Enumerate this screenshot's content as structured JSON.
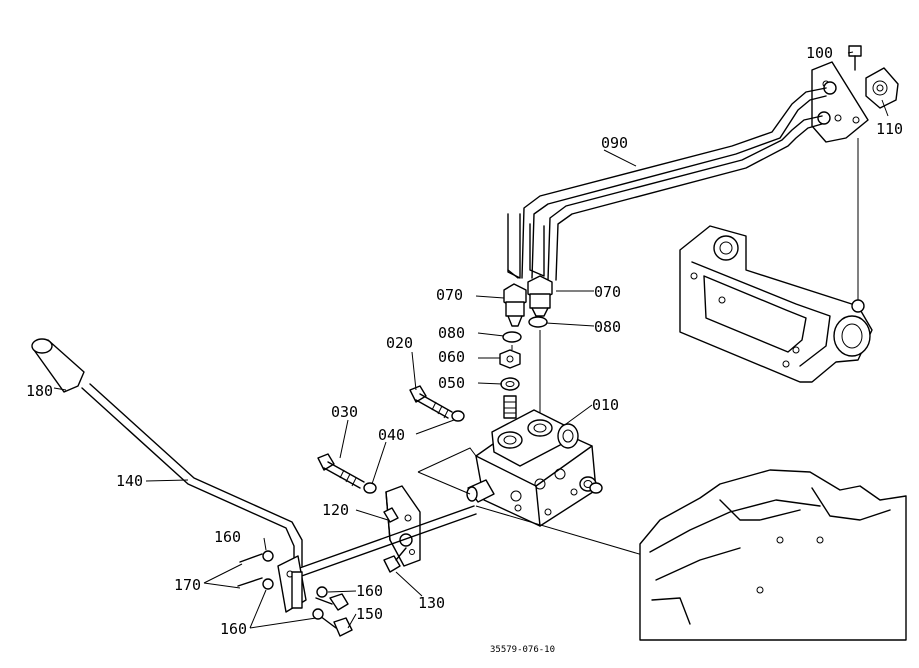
{
  "diagram": {
    "drawing_number": "35579-076-10",
    "callouts": {
      "c010": "010",
      "c020": "020",
      "c030": "030",
      "c040": "040",
      "c050": "050",
      "c060": "060",
      "c070a": "070",
      "c070b": "070",
      "c080a": "080",
      "c080b": "080",
      "c090": "090",
      "c100": "100",
      "c110": "110",
      "c120": "120",
      "c130": "130",
      "c140": "140",
      "c150": "150",
      "c160a": "160",
      "c160b": "160",
      "c160c": "160",
      "c170": "170",
      "c180": "180"
    }
  }
}
